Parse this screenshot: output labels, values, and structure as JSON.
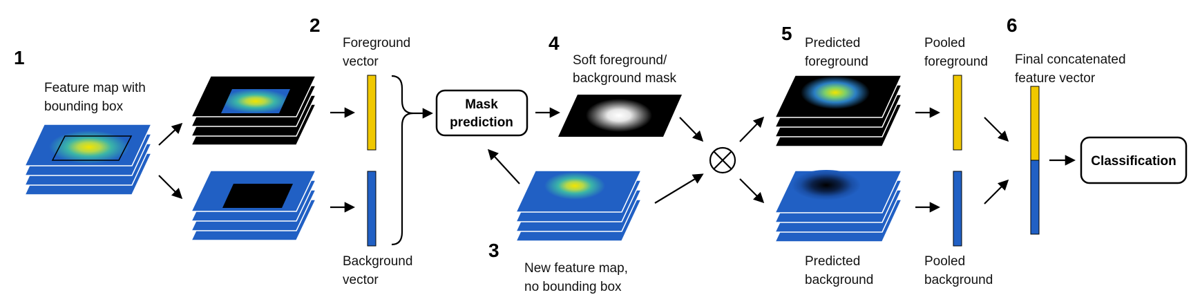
{
  "steps": [
    "1",
    "2",
    "3",
    "4",
    "5",
    "6"
  ],
  "labels": {
    "feature_map_1": "Feature map with",
    "feature_map_2": "bounding box",
    "fg_vector_1": "Foreground",
    "fg_vector_2": "vector",
    "bg_vector_1": "Background",
    "bg_vector_2": "vector",
    "soft_mask_1": "Soft foreground/",
    "soft_mask_2": "background mask",
    "new_map_1": "New feature map,",
    "new_map_2": "no bounding box",
    "pred_fg_1": "Predicted",
    "pred_fg_2": "foreground",
    "pred_bg_1": "Predicted",
    "pred_bg_2": "background",
    "pooled_fg_1": "Pooled",
    "pooled_fg_2": "foreground",
    "pooled_bg_1": "Pooled",
    "pooled_bg_2": "background",
    "final_1": "Final concatenated",
    "final_2": "feature vector"
  },
  "boxes": {
    "mask_prediction_1": "Mask",
    "mask_prediction_2": "prediction",
    "classification": "Classification"
  },
  "colors": {
    "feature_blue": "#2160c4",
    "foreground_yellow": "#f0c800",
    "background_black": "#000000"
  }
}
